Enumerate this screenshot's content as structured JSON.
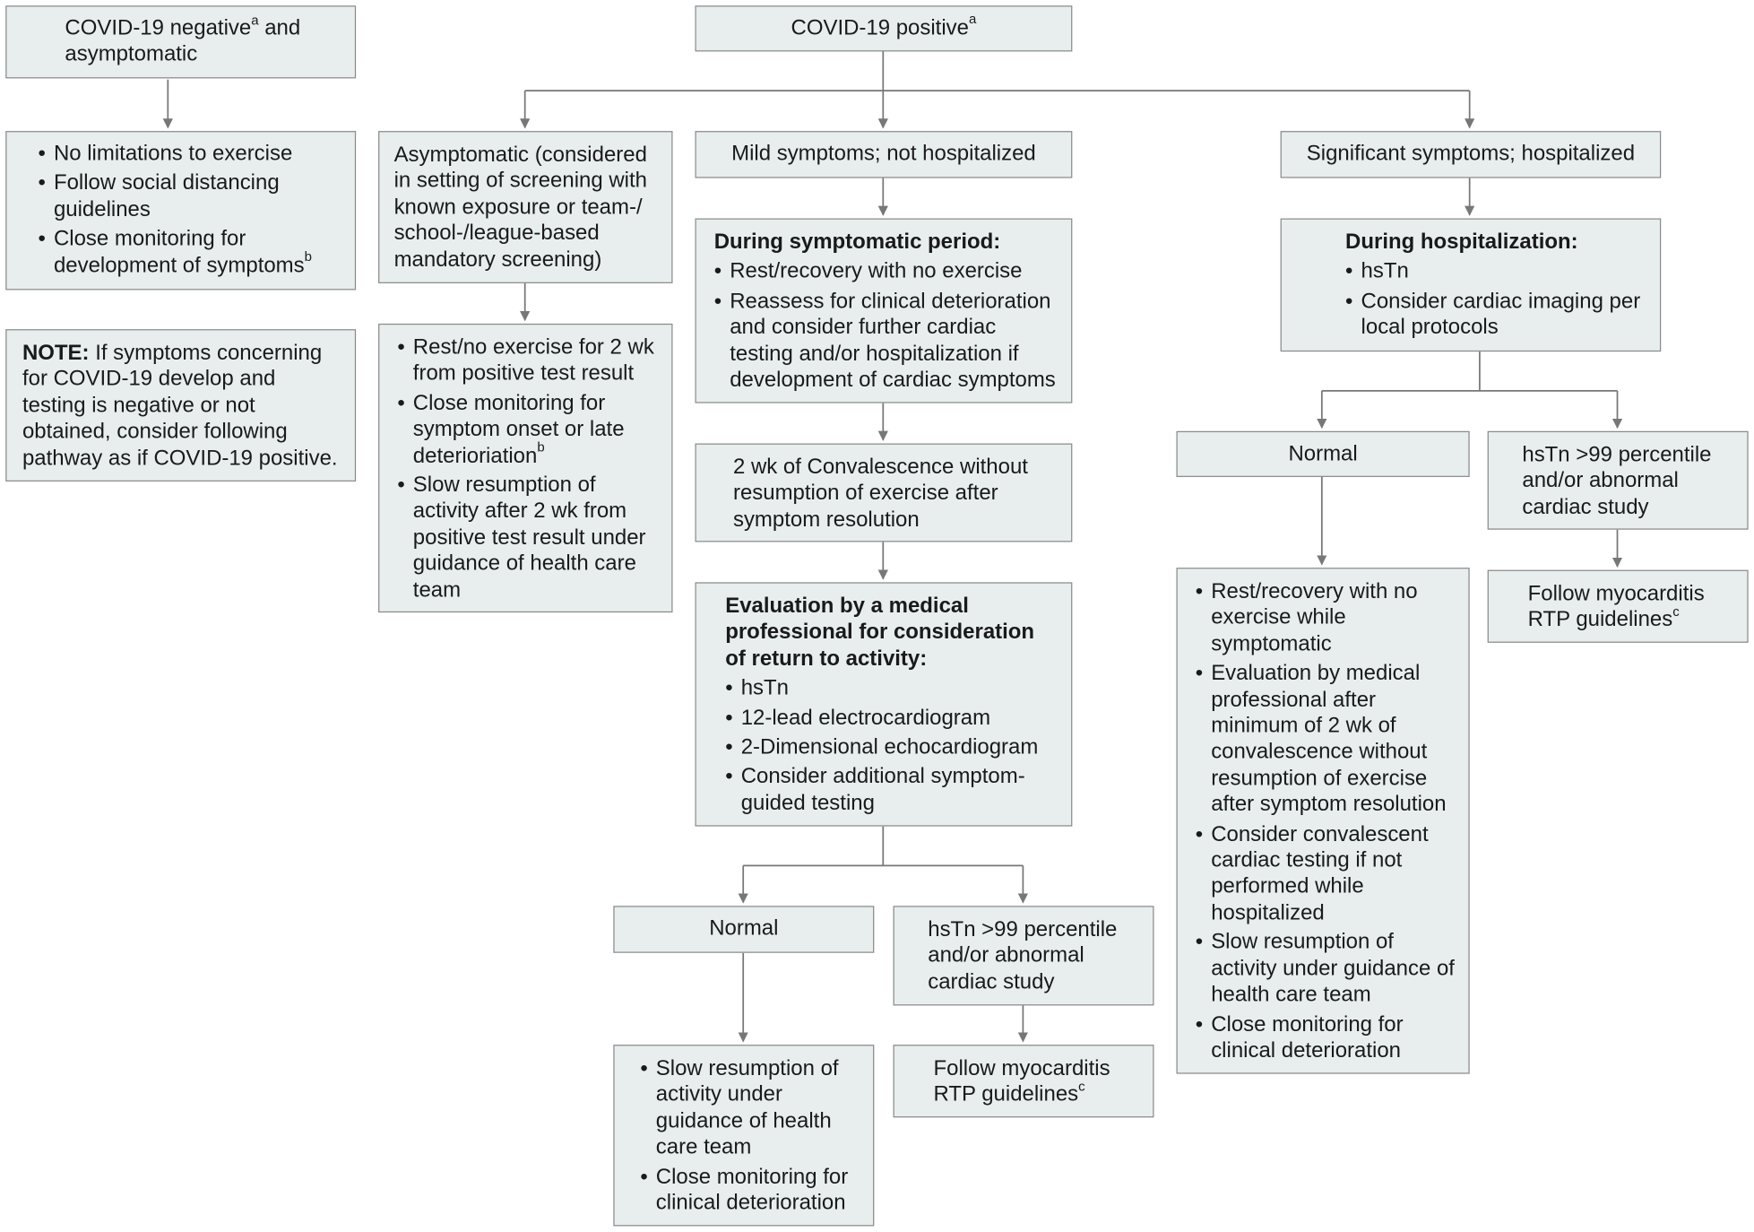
{
  "neg": {
    "title": "COVID-19 negative",
    "title_sup": "a",
    "title_rest": " and asymptomatic",
    "items": [
      {
        "text": "No limitations to exercise",
        "sup": ""
      },
      {
        "text": "Follow social distancing guidelines",
        "sup": ""
      },
      {
        "text": "Close monitoring for development of symptoms",
        "sup": "b"
      }
    ],
    "note_lead": "NOTE:",
    "note_text": " If symptoms concerning for COVID-19 develop and testing is negative or not obtained, consider following pathway as if COVID-19 positive."
  },
  "pos": {
    "title": "COVID-19 positive",
    "title_sup": "a"
  },
  "asym": {
    "title": "Asymptomatic (considered in setting of screening with known exposure or team-/ school-/league-based mandatory screening)",
    "items": [
      {
        "text": "Rest/no exercise for 2 wk from positive test result",
        "sup": ""
      },
      {
        "text": "Close monitoring for symptom onset or late deterioriation",
        "sup": "b"
      },
      {
        "text": "Slow resumption of activity after 2 wk from positive test result under guidance of health care team",
        "sup": ""
      }
    ]
  },
  "mild": {
    "title": "Mild symptoms; not hospitalized",
    "period_heading": "During symptomatic period:",
    "period_items": [
      "Rest/recovery with no exercise",
      "Reassess for clinical deterioration and consider further cardiac testing and/or hospitalization if development of cardiac symptoms"
    ],
    "convalescence": "2 wk of Convalescence without resumption of exercise after symptom resolution",
    "eval_heading": "Evaluation by a medical professional for consideration of return to activity:",
    "eval_items": [
      "hsTn",
      "12-lead electrocardiogram",
      "2-Dimensional echocardiogram",
      "Consider additional symptom-guided testing"
    ],
    "normal": "Normal",
    "abnormal": "hsTn >99 percentile and/or abnormal cardiac study",
    "normal_items": [
      "Slow resumption of activity under guidance of health care team",
      "Close monitoring for clinical deterioration"
    ],
    "follow": "Follow myocarditis RTP guidelines",
    "follow_sup": "c"
  },
  "sig": {
    "title": "Significant symptoms; hospitalized",
    "hosp_heading": "During hospitalization:",
    "hosp_items": [
      "hsTn",
      "Consider cardiac imaging per local protocols"
    ],
    "normal": "Normal",
    "abnormal": "hsTn >99 percentile and/or abnormal cardiac study",
    "normal_items": [
      "Rest/recovery with no exercise while symptomatic",
      "Evaluation by medical professional after minimum of 2 wk of convalescence without resumption of exercise after symptom resolution",
      "Consider convalescent cardiac testing if not performed while hospitalized",
      "Slow resumption of activity under guidance of health care team",
      "Close monitoring for clinical deterioration"
    ],
    "follow": "Follow myocarditis RTP guidelines",
    "follow_sup": "c"
  },
  "colors": {
    "box_fill": "#e8eeee",
    "box_border": "#8c8c8c",
    "connector": "#777777"
  }
}
